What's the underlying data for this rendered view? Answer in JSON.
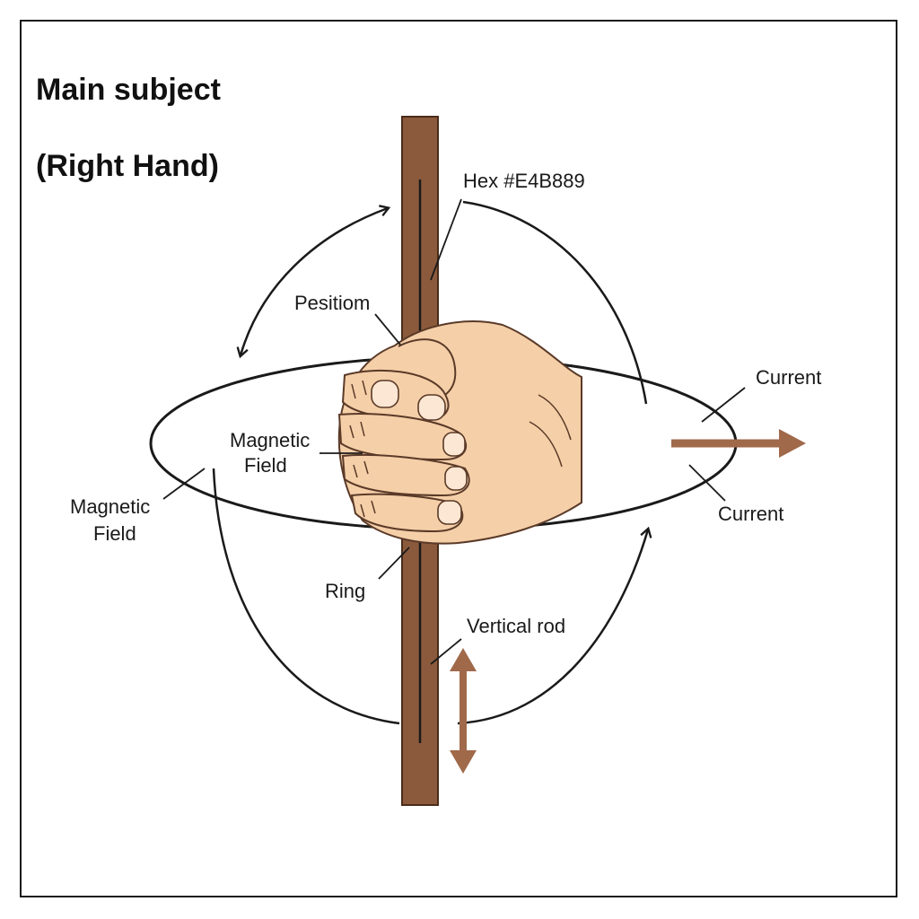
{
  "title": {
    "line1": "Main subject",
    "line2": "(Right Hand)"
  },
  "labels": {
    "hex": "Hex #E4B889",
    "position": "Pesitiom",
    "magnetic_field_inner_line1": "Magnetic",
    "magnetic_field_inner_line2": "Field",
    "magnetic_field_outer_line1": "Magnetic",
    "magnetic_field_outer_line2": "Field",
    "current_top": "Current",
    "current_bottom": "Current",
    "ring": "Ring",
    "vertical_rod": "Vertical rod"
  },
  "colors": {
    "rod": "#8B5A3C",
    "rod_stroke": "#4a2c1a",
    "skin": "#F5CFA8",
    "skin_stroke": "#5a3a28",
    "arrow_brown": "#A0694A",
    "line": "#1a1a1a"
  }
}
